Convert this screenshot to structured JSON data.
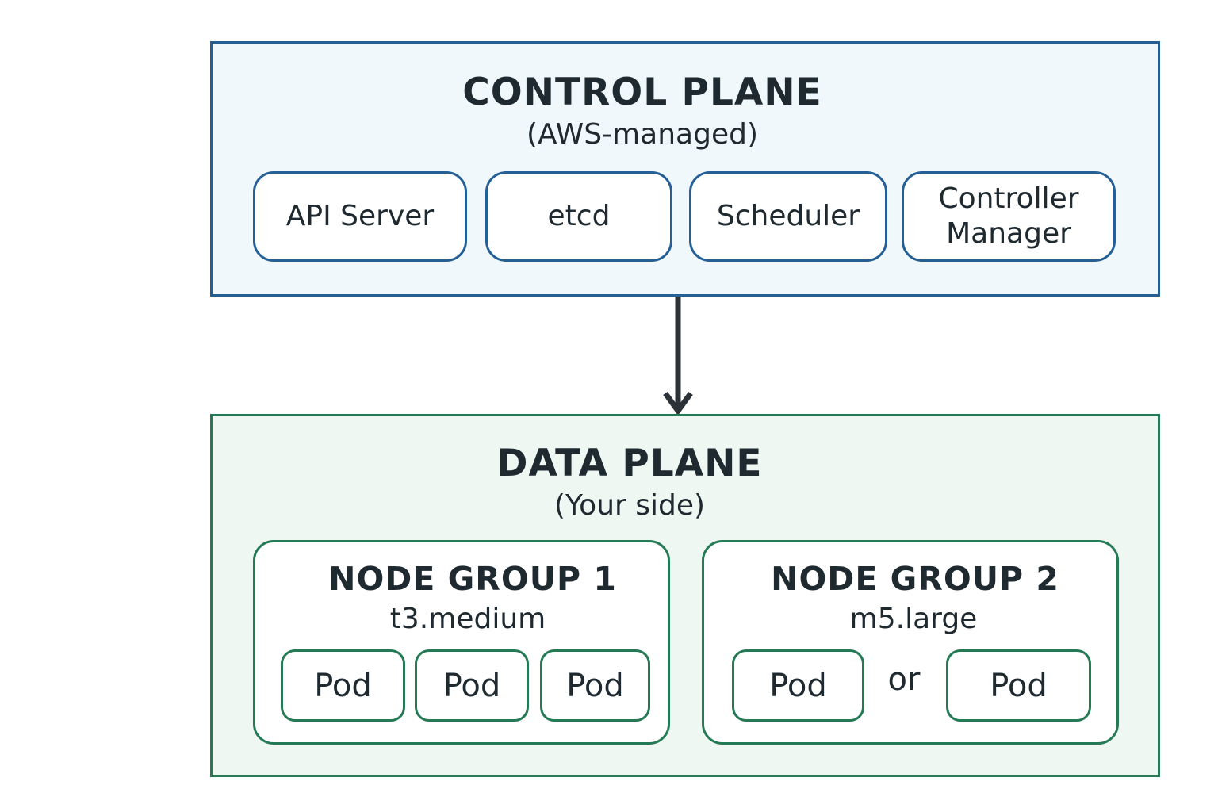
{
  "control_plane": {
    "title": "CONTROL PLANE",
    "subtitle": "(AWS-managed)",
    "components": [
      {
        "label": "API Server"
      },
      {
        "label": "etcd"
      },
      {
        "label": "Scheduler"
      },
      {
        "label_line1": "Controller",
        "label_line2": "Manager"
      }
    ]
  },
  "data_plane": {
    "title": "DATA PLANE",
    "subtitle": "(Your side)",
    "node_groups": [
      {
        "title": "NODE GROUP 1",
        "instance_type": "t3.medium",
        "pods": [
          "Pod",
          "Pod",
          "Pod"
        ]
      },
      {
        "title": "NODE GROUP 2",
        "instance_type": "m5.large",
        "pods": [
          "Pod",
          "Pod"
        ],
        "separator": "or"
      }
    ]
  },
  "colors": {
    "control_border": "#245f96",
    "control_fill": "#f1f8fc",
    "data_border": "#247a55",
    "data_fill": "#eff7f3",
    "arrow": "#2b3338",
    "text": "#1f2a30"
  }
}
